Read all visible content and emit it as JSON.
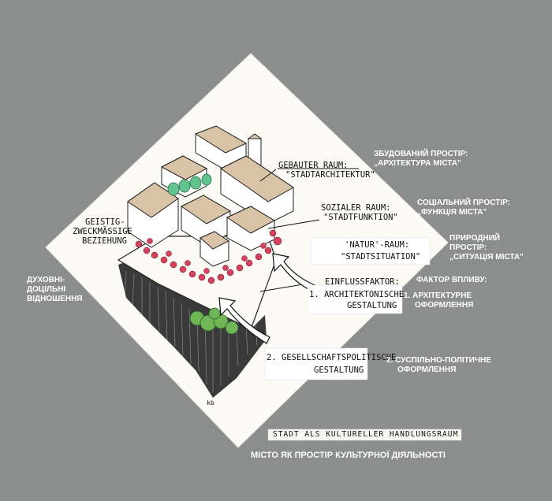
{
  "diagram": {
    "german": {
      "built_space": "GEBAUTER RAUM:",
      "built_space_sub": "\"STADTARCHITEKTUR\"",
      "social_space": "SOZIALER RAUM:",
      "social_space_sub": "\"STADTFUNKTION\"",
      "nature_space": "'NATUR'-RAUM:",
      "nature_space_sub": "\"STADTSITUATION\"",
      "spiritual_line1": "GEISTIG-",
      "spiritual_line2": "ZWECKMÄSSIGE",
      "spiritual_line3": "BEZIEHUNG",
      "influence_factor": "EINFLUSSFAKTOR:",
      "factor1_line1": "1. ARCHITEKTONISCHE",
      "factor1_line2": "GESTALTUNG",
      "factor2_line1": "2. GESELLSCHAFTSPOLITISCHE",
      "factor2_line2": "GESTALTUNG",
      "signature": "kb",
      "bottom_caption": "STADT ALS KULTURELLER HANDLUNGSRAUM"
    },
    "ukrainian": {
      "built_space_line1": "ЗБУДОВАНИЙ ПРОСТІР:",
      "built_space_line2": "„АРХІТЕКТУРА МІСТА\"",
      "social_space_line1": "СОЦІАЛЬНИЙ ПРОСТІР:",
      "social_space_line2": "„ФУНКЦІЯ МІСТА\"",
      "nature_space_line1": "ПРИРОДНИЙ",
      "nature_space_line2": "ПРОСТІР:",
      "nature_space_line3": "„СИТУАЦІЯ МІСТА\"",
      "influence_factor": "ФАКТОР ВПЛИВУ:",
      "factor1_line1": "1. АРХІТЕКТУРНЕ",
      "factor1_line2": "ОФОРМЛЕННЯ",
      "factor2_line1": "2. СУСПІЛЬНО-ПОЛІТИЧНЕ",
      "factor2_line2": "ОФОРМЛЕННЯ",
      "spiritual_line1": "ДУХОВНІ-",
      "spiritual_line2": "ДОЦІЛЬНІ",
      "spiritual_line3": "ВІДНОШЕННЯ",
      "bottom_caption": "МІСТО ЯК ПРОСТІР КУЛЬТУРНОЇ ДІЯЛЬНОСТІ"
    },
    "colors": {
      "background": "#8c8e8d",
      "paper": "#fbfaf5",
      "buildings": "#d9c3a6",
      "people": "#d6415c",
      "trees": "#62c48d",
      "ground_trees": "#6fb657"
    }
  }
}
